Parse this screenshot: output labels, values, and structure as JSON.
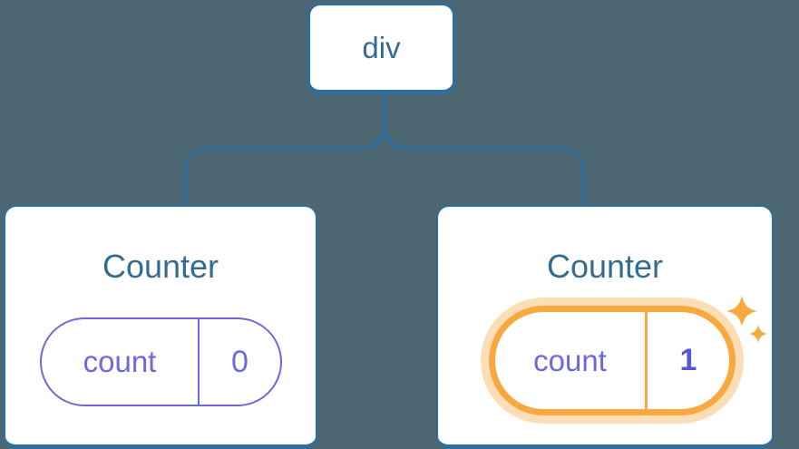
{
  "diagram": {
    "description": "React component tree: a div root with two Counter children; the second Counter's count state just updated",
    "root": {
      "label": "div"
    },
    "children": [
      {
        "title": "Counter",
        "state": {
          "key": "count",
          "value": "0"
        },
        "highlighted": false
      },
      {
        "title": "Counter",
        "state": {
          "key": "count",
          "value": "1"
        },
        "highlighted": true
      }
    ]
  },
  "icons": {
    "sparkles": "four-point-stars"
  },
  "theme": {
    "bg": "#4D6772",
    "steel": "#2E6E9E",
    "title": "#336C90",
    "purple": "#6C69DE",
    "indigo": "#5B57D1",
    "orange": "#F7A93F",
    "orangeGlow": "rgba(247,169,63,0.38)",
    "cardBg": "#FFFFFF"
  }
}
